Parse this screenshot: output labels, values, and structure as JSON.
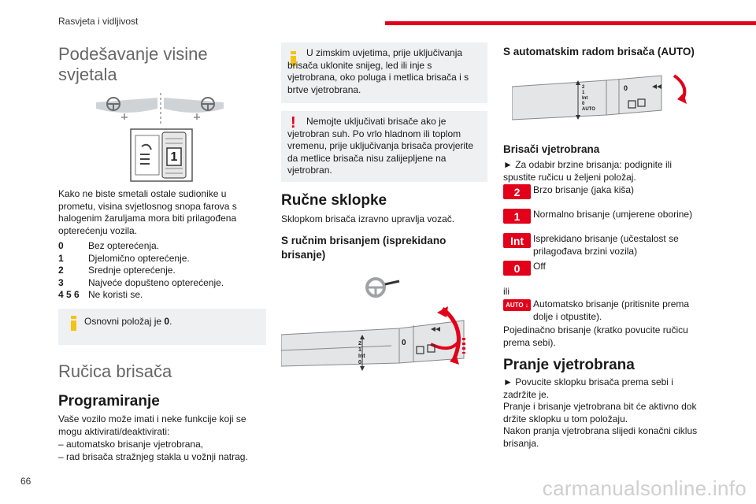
{
  "header": {
    "section": "Rasvjeta i vidljivost",
    "page_number": "66",
    "accent_color": "#e2001a"
  },
  "watermark": "carmanualsonline.info",
  "headlamp": {
    "title": "Podešavanje visine svjetala",
    "intro": "Kako ne biste smetali ostale sudionike u prometu, visina svjetlosnog snopa farova s halogenim žaruljama mora biti prilagođena opterećenju vozila.",
    "dial_value": "1",
    "items": [
      {
        "key": "0",
        "text": "Bez opterećenja."
      },
      {
        "key": "1",
        "text": "Djelomično opterećenje."
      },
      {
        "key": "2",
        "text": "Srednje opterećenje."
      },
      {
        "key": "3",
        "text": "Najveće dopušteno opterećenje."
      },
      {
        "key": "4 5 6",
        "text": "Ne koristi se."
      }
    ],
    "note_text": "Osnovni položaj je ",
    "note_bold": "0",
    "note_end": "."
  },
  "wipers": {
    "title": "Ručica brisača",
    "programming_title": "Programiranje",
    "programming_text": "Vaše vozilo može imati i neke funkcije koji se mogu aktivirati/deaktivirati:",
    "programming_items": [
      "– automatsko brisanje vjetrobrana,",
      "– rad brisača stražnjeg stakla u vožnji natrag."
    ]
  },
  "notes": {
    "winter": "U zimskim uvjetima, prije uključivanja brisača uklonite snijeg, led ili inje s vjetrobrana, oko poluga i metlica brisača i s brtve vjetrobrana.",
    "warning": "Nemojte uključivati brisače ako je vjetrobran suh. Po vrlo hladnom ili toplom vremenu, prije uključivanja brisača provjerite da metlice brisača nisu zalijepljene na vjetrobran."
  },
  "manual": {
    "title": "Ručne sklopke",
    "text": "Sklopkom brisača izravno upravlja vozač.",
    "sub_title": "S ručnim brisanjem (isprekidano brisanje)"
  },
  "stalk_labels": {
    "s2": "2",
    "s1": "1",
    "sint": "Int",
    "s0": "0",
    "sauto": "AUTO",
    "rear0": "0"
  },
  "auto": {
    "title": "S automatskim radom brisača (AUTO)",
    "windscreen_title": "Brisači vjetrobrana",
    "windscreen_text": "► Za odabir brzine brisanja: podignite ili spustite ručicu u željeni položaj.",
    "speeds": [
      {
        "badge": "2",
        "text": "Brzo brisanje (jaka kiša)"
      },
      {
        "badge": "1",
        "text": "Normalno brisanje (umjerene oborine)"
      },
      {
        "badge": "Int",
        "text": "Isprekidano brisanje (učestalost se prilagođava brzini vozila)"
      },
      {
        "badge": "0",
        "text": "Off"
      }
    ],
    "or_text": "ili",
    "auto_badge": "AUTO",
    "auto_text": "Automatsko brisanje (pritisnite prema dolje i otpustite).",
    "single_text": "Pojedinačno brisanje (kratko povucite ručicu prema sebi)."
  },
  "washing": {
    "title": "Pranje vjetrobrana",
    "lines": [
      "► Povucite sklopku brisača prema sebi i zadržite je.",
      "Pranje i brisanje vjetrobrana bit će aktivno dok držite sklopku u tom položaju.",
      "Nakon pranja vjetrobrana slijedi konačni ciklus brisanja."
    ]
  }
}
